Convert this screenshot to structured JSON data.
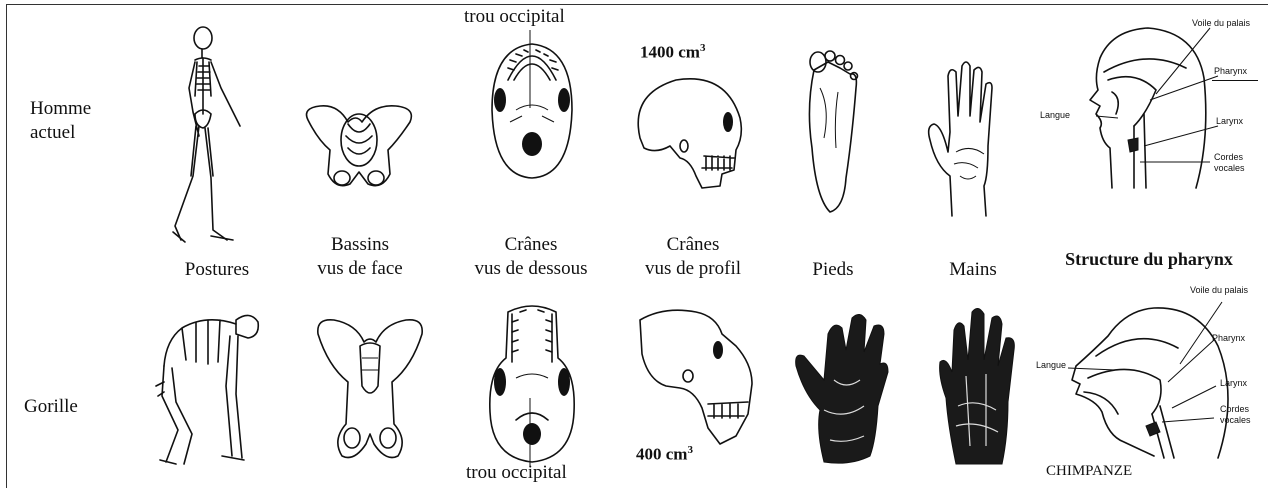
{
  "rows": {
    "human": "Homme\nactuel",
    "gorilla": "Gorille"
  },
  "captions": {
    "postures": "Postures",
    "bassins": [
      "Bassins",
      "vus de face"
    ],
    "cranes_dessous": [
      "Crânes",
      "vus de dessous"
    ],
    "cranes_profil": [
      "Crânes",
      "vus de profil"
    ],
    "pieds": "Pieds",
    "mains": "Mains",
    "pharynx_title": "Structure du pharynx"
  },
  "annotations": {
    "trou_occipital_top": "trou occipital",
    "trou_occipital_bottom": "trou occipital",
    "volume_human": "1400 cm",
    "volume_gorilla": "400 cm",
    "volume_unit_exp": "3",
    "chimp_label": "CHIMPANZE"
  },
  "pharynx_labels": {
    "voile": "Voile du palais",
    "pharynx": "Pharynx",
    "langue": "Langue",
    "larynx": "Larynx",
    "cordes": [
      "Cordes",
      "vocales"
    ]
  }
}
